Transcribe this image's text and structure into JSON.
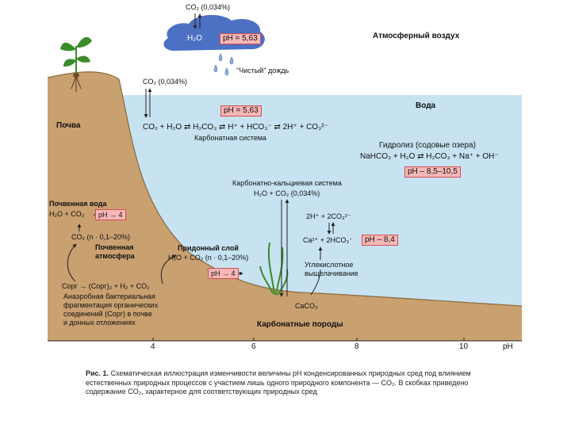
{
  "labels": {
    "co2_atm_top": "CO₂ (0,034%)",
    "h2o_cloud": "H₂O",
    "ph_cloud": "pH = 5,63",
    "atmosphere": "Атмосферный воздух",
    "clean_rain": "\"Чистый\" дождь",
    "co2_water_surface": "CO₂ (0,034%)",
    "soil": "Почва",
    "water": "Вода",
    "ph_water": "pH = 5,63",
    "carbonate_eq": "CO₂ + H₂O ⇄ H₂CO₃ ⇄ H⁺ + HCO₃⁻ ⇄ 2H⁺ + CO₃²⁻",
    "carbonate_system": "Карбонатная система",
    "hydrolysis": "Гидролиз (содовые озера)",
    "hydrolysis_eq": "NaHCO₃ + H₂O ⇄ H₂CO₃ + Na⁺ + OH⁻",
    "ph_soda": "pH – 8,5–10,5",
    "ca_system": "Карбонатно-кальциевая система",
    "ca_system_eq": "H₂O + CO₂ (0,034%)",
    "soil_water": "Почвенная вода",
    "soil_water_eq": "H₂O + CO₂",
    "ph_soil_water": "pH → 4",
    "soil_co2": "CO₂ (n · 0,1–20%)",
    "soil_atm_1": "Почвенная",
    "soil_atm_2": "атмосфера",
    "bottom_layer": "Придонный слой",
    "bottom_eq": "H₂O + CO₂ (n · 0,1–20%)",
    "ph_bottom": "pH → 4",
    "anaerobic_eq": "Cорг → (Cорг)₂ + H₂ + CO₂",
    "anaerobic_1": "Анаэробная бактериальная",
    "anaerobic_2": "фрагментация органических",
    "anaerobic_3": "соединений (Cорг) в почве",
    "anaerobic_4": "и донных отложениях",
    "ca_eq1": "2H⁺ + 2CO₃²⁻",
    "ca_eq2": "Ca²⁺ + 2HCO₃⁻",
    "ph_ca": "pH – 8,4",
    "leaching_1": "Углекислотное",
    "leaching_2": "выщелачивание",
    "caco3": "CaCO₃",
    "carbonate_rocks": "Карбонатные породы"
  },
  "axis": {
    "ticks": [
      "4",
      "6",
      "8",
      "10"
    ],
    "unit": "pH"
  },
  "caption": {
    "prefix": "Рис. 1.",
    "text": " Схематическая иллюстрация изменчивости величины pH конденсированных природных сред под влиянием естественных природных процессов с участием лишь одного природного компонента — CO₂. В скобках приведено содержание CO₂, характерное для соответствующих природных сред"
  },
  "colors": {
    "soil": "#c9a070",
    "water": "#c7e3f2",
    "cloud": "#4c70c4",
    "ph_box": "#f7b7b7",
    "ph_border": "#d24f4f",
    "plant": "#3a8b2a"
  },
  "icons": [
    "cloud-icon",
    "rain-drop-icon",
    "plant-icon",
    "water-plant-icon"
  ]
}
